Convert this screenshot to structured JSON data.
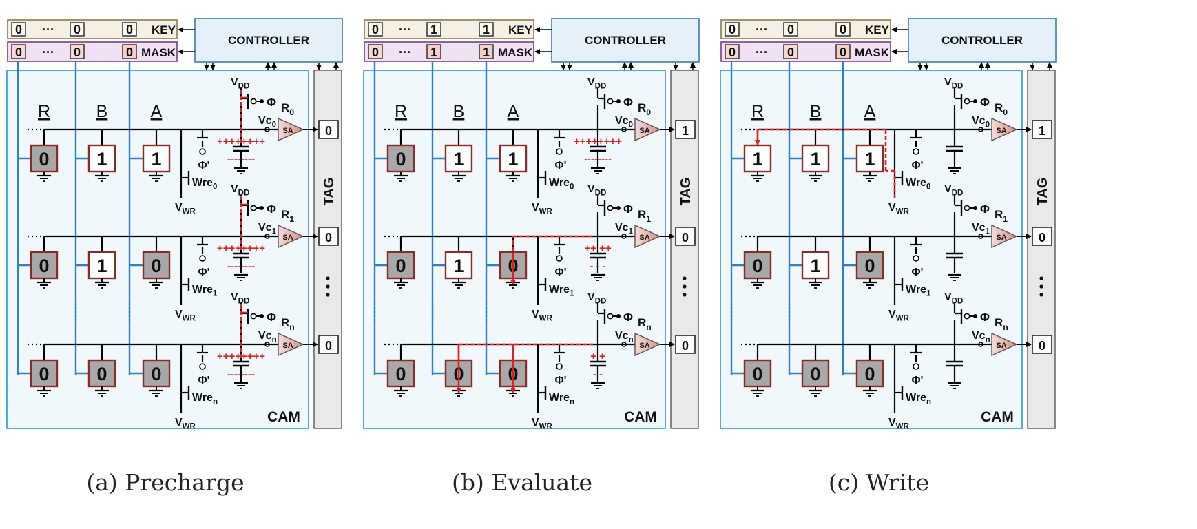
{
  "colors": {
    "key_bg": "#f5f0e6",
    "mask_bg": "#efe2f2",
    "controller_bg": "#e6f0f9",
    "cam_bg": "#f0f8fc",
    "tag_bg": "#e9e9ea",
    "blue": "#2f7fc4",
    "cell_border": "#8b2c22",
    "cell_gray": "#a8a8a8",
    "cell_red_tint": "#f4cfc8",
    "highlight": "#e02020",
    "sa_fill": "#e7b6b0"
  },
  "labels": {
    "key": "KEY",
    "mask": "MASK",
    "controller": "CONTROLLER",
    "cam": "CAM",
    "tag": "TAG",
    "sa": "SA",
    "vdd_main": "V",
    "vdd_sub": "DD",
    "vwr_main": "V",
    "vwr_sub": "WR",
    "phi": "Φ",
    "phi_prime": "Φ'",
    "wre_main": "Wre",
    "vc_main": "Vc",
    "r_main": "R",
    "dots_h": "···",
    "plus": "++++++++",
    "minus": "--------",
    "columns": [
      "R",
      "B",
      "A"
    ],
    "row_subs": [
      "0",
      "1",
      "n"
    ]
  },
  "panels": [
    {
      "caption": "(a) Precharge",
      "key": [
        "0",
        "0",
        "0"
      ],
      "mask": [
        "0",
        "0",
        "0"
      ],
      "cells": [
        [
          "0",
          "1",
          "1"
        ],
        [
          "0",
          "1",
          "0"
        ],
        [
          "0",
          "0",
          "0"
        ]
      ],
      "tags": [
        "0",
        "0",
        "0"
      ]
    },
    {
      "caption": "(b) Evaluate",
      "key": [
        "0",
        "1",
        "1"
      ],
      "mask": [
        "0",
        "1",
        "1"
      ],
      "cells": [
        [
          "0",
          "1",
          "1"
        ],
        [
          "0",
          "1",
          "0"
        ],
        [
          "0",
          "0",
          "0"
        ]
      ],
      "tags": [
        "1",
        "0",
        "0"
      ]
    },
    {
      "caption": "(c) Write",
      "key": [
        "0",
        "0",
        "0"
      ],
      "mask": [
        "0",
        "0",
        "0"
      ],
      "cells": [
        [
          "1",
          "1",
          "1"
        ],
        [
          "0",
          "1",
          "0"
        ],
        [
          "0",
          "0",
          "0"
        ]
      ],
      "tags": [
        "1",
        "0",
        "0"
      ]
    }
  ]
}
